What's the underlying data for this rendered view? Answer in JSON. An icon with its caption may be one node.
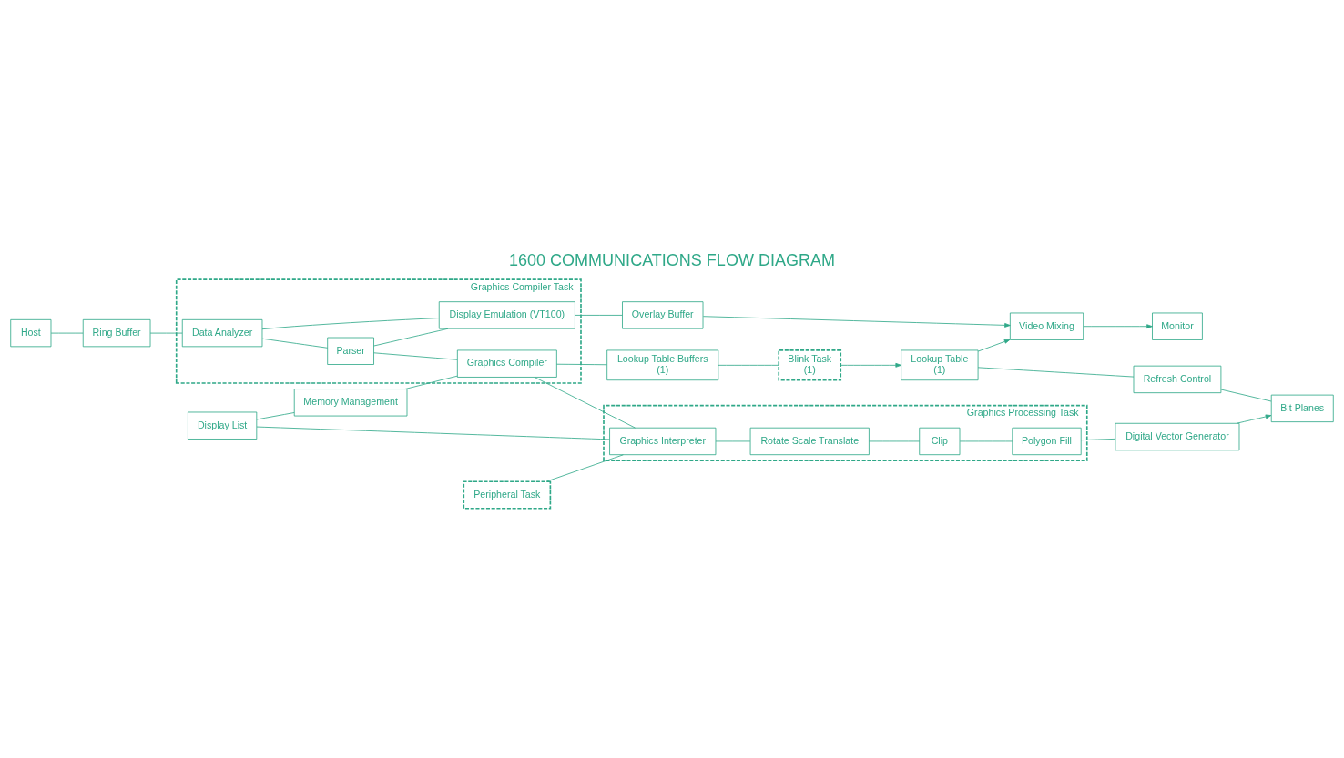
{
  "diagram": {
    "title": "1600 COMMUNICATIONS FLOW DIAGRAM",
    "nodes": [
      {
        "text": [
          "Host"
        ]
      },
      {
        "text": [
          "Ring Buffer"
        ]
      },
      {
        "text": [
          "Graphics Compiler Task"
        ]
      },
      {
        "text": [
          "Data Analyzer"
        ],
        "in": 2
      },
      {
        "text": [
          "Parser"
        ],
        "in": 2
      },
      {
        "text": [
          "Display Emulation (VT100)"
        ],
        "in": 2
      },
      {
        "text": [
          "Graphics Compiler"
        ],
        "in": 2
      },
      {
        "text": [
          "Overlay Buffer"
        ]
      },
      {
        "text": [
          "Video Mixing"
        ]
      },
      {
        "text": [
          "Monitor"
        ]
      },
      {
        "text": [
          "Display List"
        ]
      },
      {
        "text": [
          "Memory Management"
        ]
      },
      {
        "text": [
          "Lookup Table Buffers",
          "(1)"
        ]
      },
      {
        "text": [
          "Blink Task",
          "(1)"
        ]
      },
      {
        "text": [
          "Lookup Table",
          "(1)"
        ]
      },
      {
        "text": [
          "Refresh Control"
        ]
      },
      {
        "text": [
          "Graphics Processing Task"
        ]
      },
      {
        "text": [
          "Peripheral Task"
        ]
      },
      {
        "text": [
          "Graphics Interpreter"
        ],
        "in": 16
      },
      {
        "text": [
          "Rotate Scale Translate"
        ],
        "in": 16
      },
      {
        "text": [
          "Clip"
        ],
        "in": 16
      },
      {
        "text": [
          "Polygon Fill"
        ],
        "in": 16
      },
      {
        "text": [
          "Digital Vector Generator"
        ]
      },
      {
        "text": [
          "Bit Planes"
        ]
      }
    ],
    "edges": [
      {
        "from": 0,
        "to": 1,
        "arrow": "none"
      },
      {
        "from": 1,
        "to": 3,
        "arrow": "none"
      },
      {
        "from": 3,
        "to": 4,
        "arrow": "none"
      },
      {
        "from": 3,
        "to": 5,
        "arrow": "none"
      },
      {
        "from": 4,
        "to": 5,
        "arrow": "none"
      },
      {
        "from": 5,
        "to": 7,
        "arrow": "none"
      },
      {
        "from": 7,
        "to": 8,
        "arrow": "to"
      },
      {
        "from": 8,
        "to": 9,
        "arrow": "to"
      },
      {
        "from": 4,
        "to": 6,
        "arrow": "none"
      },
      {
        "from": 10,
        "to": 11,
        "arrow": "none"
      },
      {
        "from": 11,
        "to": 6,
        "arrow": "none"
      },
      {
        "from": 6,
        "to": 12,
        "arrow": "none"
      },
      {
        "from": 12,
        "to": 13,
        "arrow": "none"
      },
      {
        "from": 13,
        "to": 14,
        "arrow": "to"
      },
      {
        "from": 14,
        "to": 8,
        "arrow": "to"
      },
      {
        "from": 14,
        "to": 15,
        "arrow": "none"
      },
      {
        "from": 15,
        "to": 23,
        "arrow": "none"
      },
      {
        "from": 6,
        "to": 18,
        "arrow": "none"
      },
      {
        "from": 10,
        "to": 18,
        "arrow": "none"
      },
      {
        "from": 17,
        "to": 18,
        "arrow": "none"
      },
      {
        "from": 18,
        "to": 19,
        "arrow": "none"
      },
      {
        "from": 19,
        "to": 20,
        "arrow": "none"
      },
      {
        "from": 20,
        "to": 21,
        "arrow": "none"
      },
      {
        "from": 21,
        "to": 22,
        "arrow": "none"
      },
      {
        "from": 22,
        "to": 23,
        "arrow": "to"
      }
    ]
  }
}
